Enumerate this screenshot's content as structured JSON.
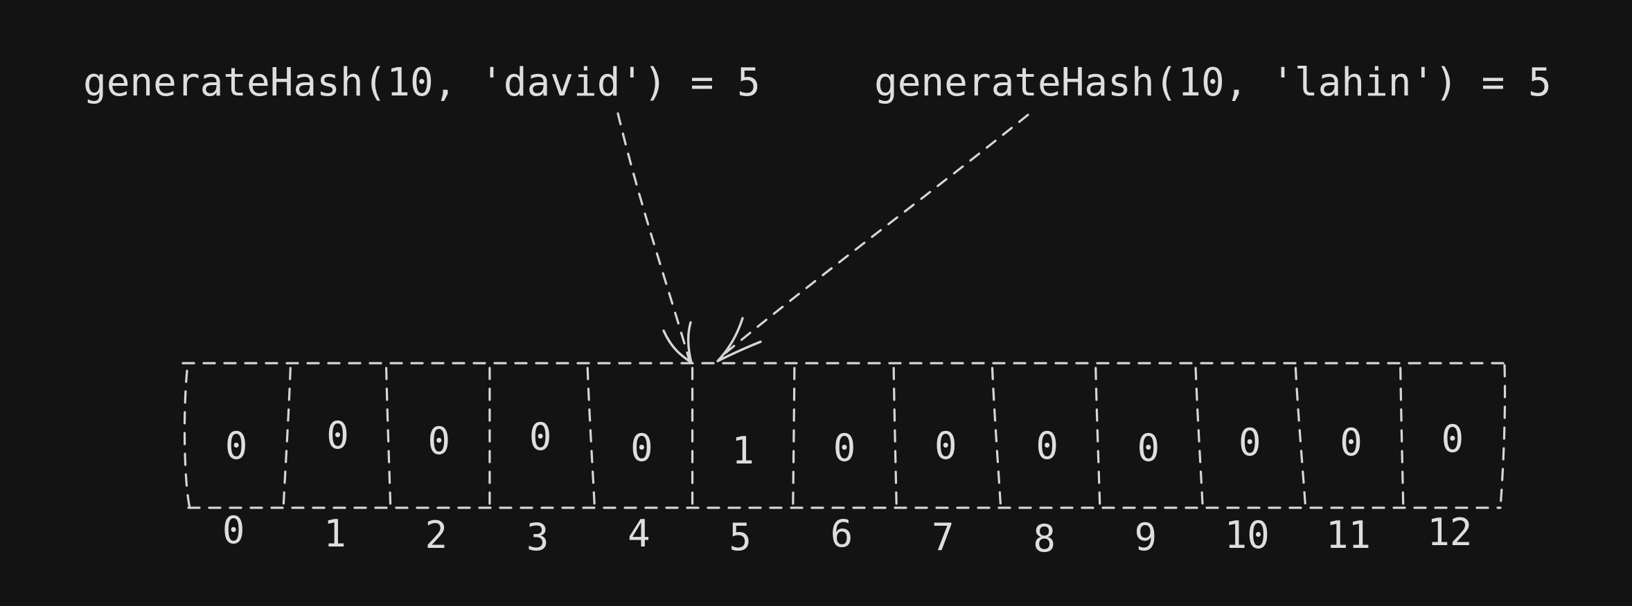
{
  "annotations": [
    {
      "text": "generateHash(10, 'david') = 5",
      "target_index": 5
    },
    {
      "text": "generateHash(10, 'lahin') = 5",
      "target_index": 5
    }
  ],
  "bit_array": {
    "values": [
      "0",
      "0",
      "0",
      "0",
      "0",
      "1",
      "0",
      "0",
      "0",
      "0",
      "0",
      "0",
      "0"
    ],
    "indices": [
      "0",
      "1",
      "2",
      "3",
      "4",
      "5",
      "6",
      "7",
      "8",
      "9",
      "10",
      "11",
      "12"
    ]
  },
  "colors": {
    "background": "#131313",
    "stroke": "#d6d6d6",
    "text": "#dedede"
  }
}
